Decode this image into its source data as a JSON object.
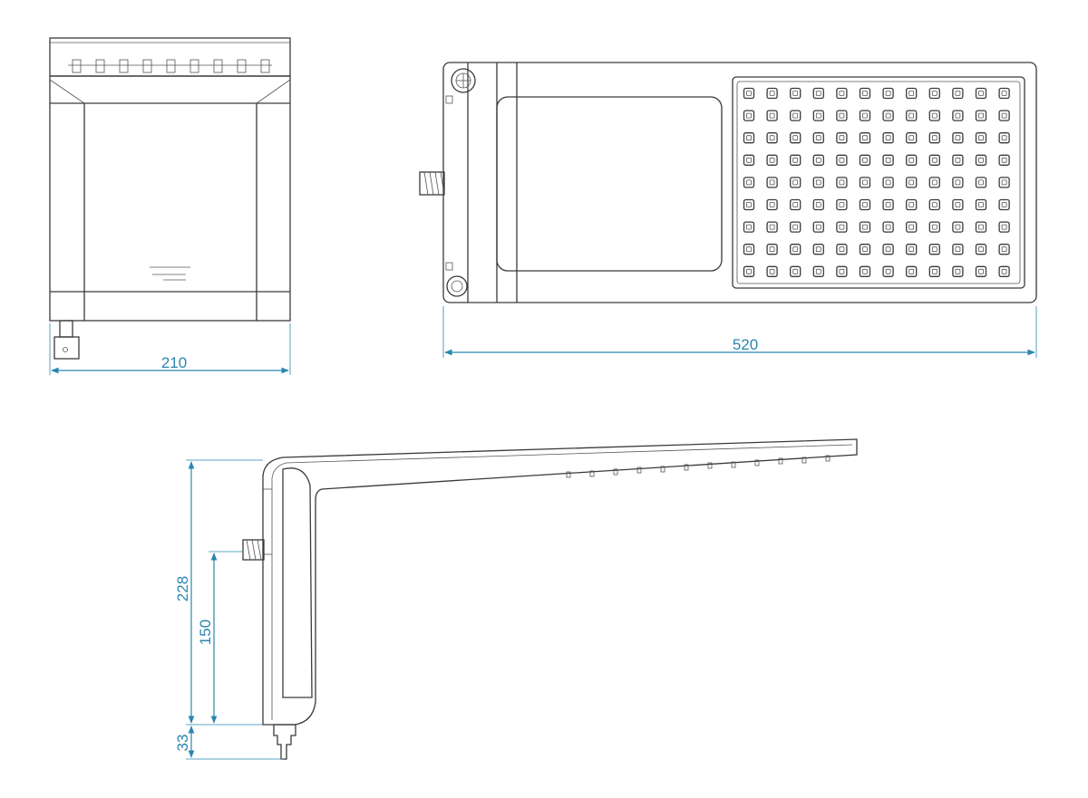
{
  "dimension_color": "#2a86b0",
  "outline_color": "#3a3a3a",
  "front_view": {
    "width_label": "210"
  },
  "top_view": {
    "width_label": "520",
    "nozzle_rows": 9,
    "nozzle_cols": 12
  },
  "side_view": {
    "height_label": "228",
    "inlet_height_label": "150",
    "fitting_label": "33"
  }
}
